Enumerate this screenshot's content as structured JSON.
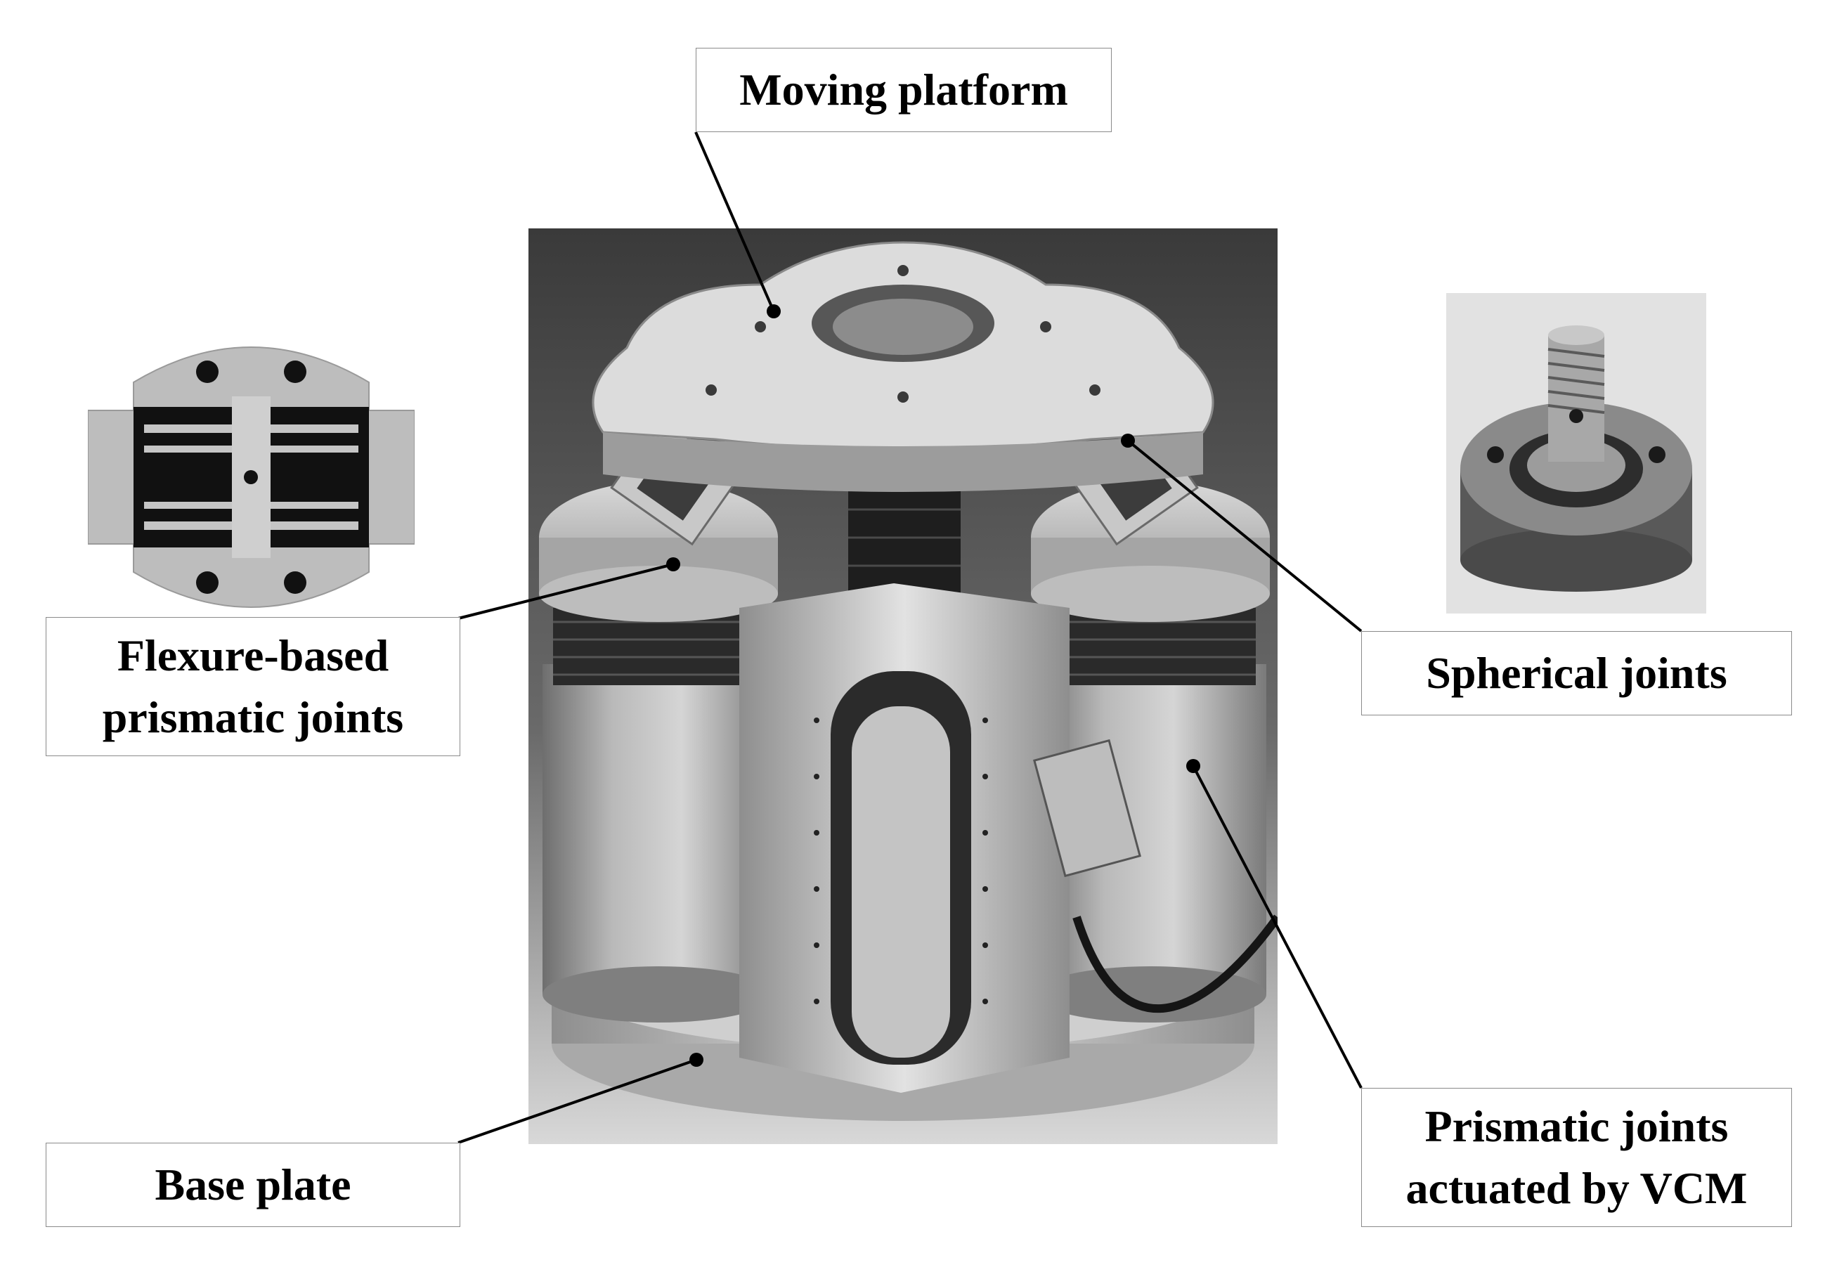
{
  "labels": {
    "moving_platform": [
      "Moving platform"
    ],
    "flexure_joints": [
      "Flexure-based",
      "prismatic joints"
    ],
    "spherical_joints": [
      "Spherical joints"
    ],
    "base_plate": [
      "Base plate"
    ],
    "vcm_joints": [
      "Prismatic joints",
      "actuated by VCM"
    ]
  },
  "photos": {
    "main": "grayscale photograph of a parallel mechanism with moving platform, flexure joints and voice-coil motors",
    "flexure_inset": "grayscale close-up of a flexure-based prismatic joint",
    "spherical_inset": "grayscale close-up of a spherical joint"
  },
  "colors": {
    "leader_line": "#000000",
    "box_border": "#8a8a8a",
    "text": "#000000"
  }
}
